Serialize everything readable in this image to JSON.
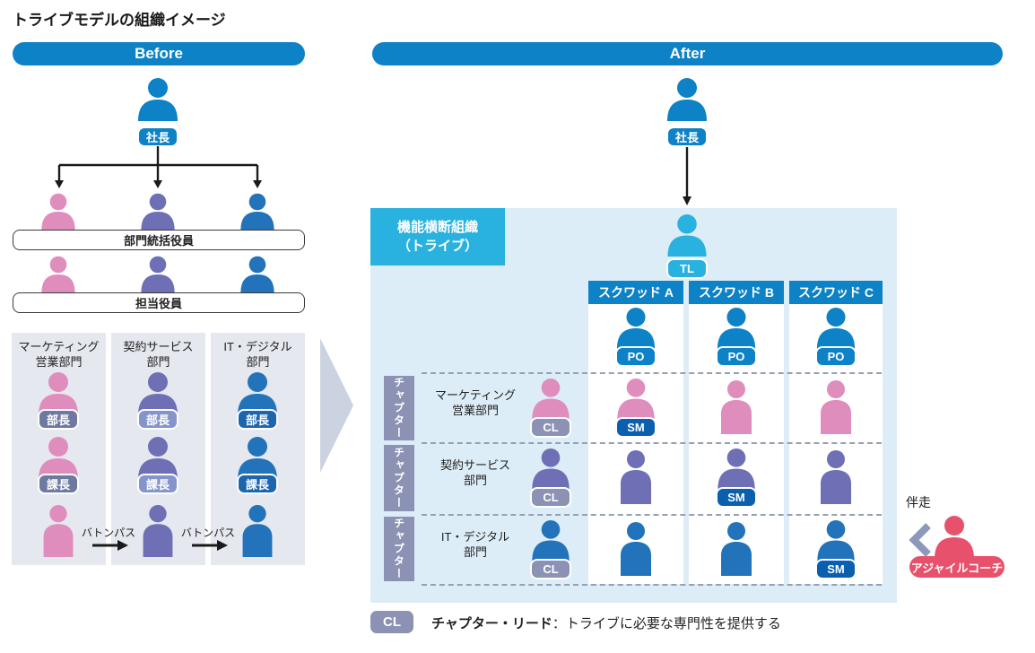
{
  "title": "トライブモデルの組織イメージ",
  "colors": {
    "primary_blue": "#0d82c6",
    "person_blue": "#2273b9",
    "pink": "#df8dbd",
    "purple": "#6e6fb4",
    "cyan": "#29b2df",
    "tribe_bg": "#dcedf7",
    "panel_bg": "#e5e8ef",
    "chapter_gray": "#8b92b4",
    "sm_navy": "#0a5fae",
    "coach_red": "#e8516b",
    "badge_slate": "#6e79a0",
    "badge_periwinkle": "#8595cc",
    "badge_deepblue": "#1d66ae"
  },
  "before": {
    "label": "Before",
    "president_label": "社長",
    "exec_bar_top": "部門統括役員",
    "exec_bar_bottom": "担当役員",
    "baton_label": "バトンパス",
    "columns": [
      {
        "name_line1": "マーケティング",
        "name_line2": "営業部門",
        "manager_label": "部長",
        "chief_label": "課長"
      },
      {
        "name_line1": "契約サービス",
        "name_line2": "部門",
        "manager_label": "部長",
        "chief_label": "課長"
      },
      {
        "name_line1": "IT・デジタル",
        "name_line2": "部門",
        "manager_label": "部長",
        "chief_label": "課長"
      }
    ]
  },
  "after": {
    "label": "After",
    "president_label": "社長",
    "tribe_label_line1": "機能横断組織",
    "tribe_label_line2": "（トライブ）",
    "tl_label": "TL",
    "po_label": "PO",
    "sm_label": "SM",
    "cl_label": "CL",
    "chapter_label": "チャプター",
    "squads": [
      {
        "label": "スクワッド A"
      },
      {
        "label": "スクワッド B"
      },
      {
        "label": "スクワッド C"
      }
    ],
    "rows": [
      {
        "dept_line1": "マーケティング",
        "dept_line2": "営業部門"
      },
      {
        "dept_line1": "契約サービス",
        "dept_line2": "部門"
      },
      {
        "dept_line1": "IT・デジタル",
        "dept_line2": "部門"
      }
    ],
    "coach": {
      "accompany_label": "伴走",
      "label": "アジャイルコーチ"
    }
  },
  "legend": {
    "badge_label": "CL",
    "term": "チャプター・リード",
    "description": "：トライブに必要な専門性を提供する"
  }
}
